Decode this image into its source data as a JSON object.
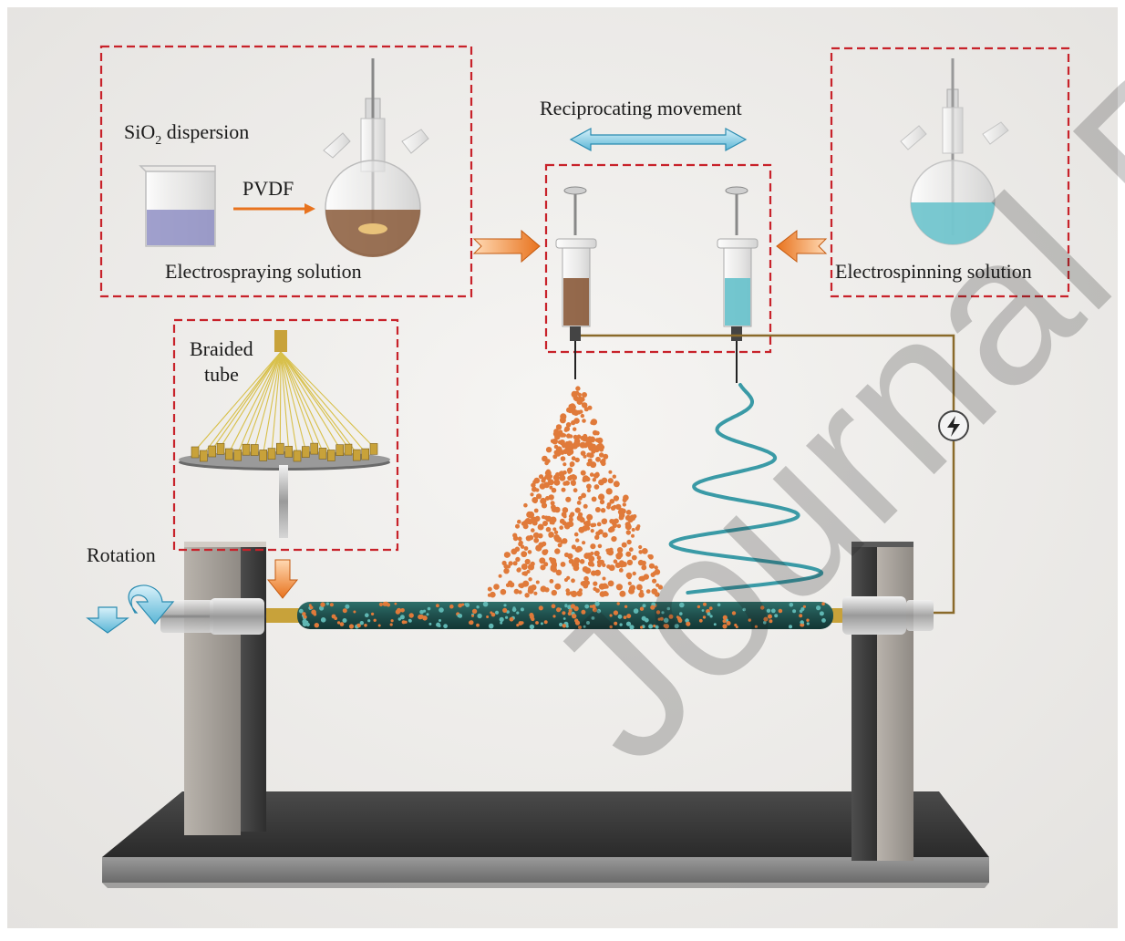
{
  "figure": {
    "labels": {
      "sio2_main": "SiO",
      "sio2_sub": "2",
      "sio2_rest": " dispersion",
      "pvdf": "PVDF",
      "electrospraying_solution": "Electrospraying solution",
      "reciprocating_movement": "Reciprocating movement",
      "electrospinning_solution": "Electrospinning solution",
      "braided_line1": "Braided",
      "braided_line2": "tube",
      "rotation": "Rotation"
    },
    "watermark": "Journal Pre-proofs",
    "colors": {
      "dashed_box": "#c8222a",
      "arrow_orange": "#e8731e",
      "bidirectional_arrow": "#5bb6d6",
      "spray_particles": "#e07a3a",
      "spinning_fiber": "#3a9aa6",
      "spray_liquid": "#8a5a3a",
      "spin_liquid": "#6cc3cc",
      "sio2_liquid": "#8f8fc4",
      "base_plate": "#3a3a3a",
      "uprights": "#8f8f8f",
      "wire": "#8a6a2a"
    },
    "icons": [
      "beaker-icon",
      "round-bottom-flask-icon",
      "syringe-icon",
      "high-voltage-icon",
      "rotation-arrow-icon",
      "braiding-machine-icon",
      "collector-rod-icon"
    ]
  }
}
